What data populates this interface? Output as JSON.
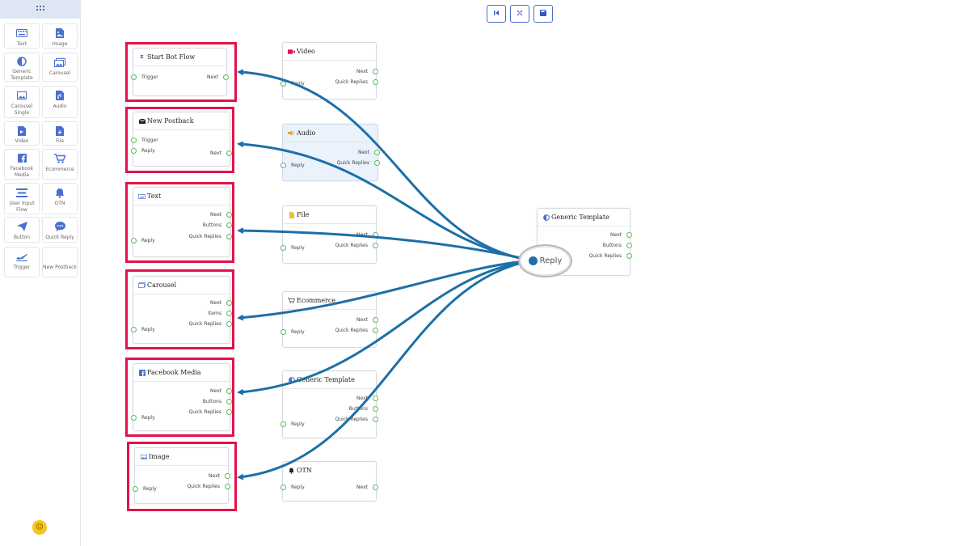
{
  "sidebar": {
    "header_icon": "grid-icon",
    "tiles": [
      {
        "label": "Text",
        "icon": "keyboard-icon",
        "color": "#4a6fd1"
      },
      {
        "label": "Image",
        "icon": "image-icon",
        "color": "#4a6fd1"
      },
      {
        "label": "Generic Template",
        "icon": "half-circle-icon",
        "color": "#4a6fd1"
      },
      {
        "label": "Carousel",
        "icon": "images-icon",
        "color": "#4a6fd1"
      },
      {
        "label": "Carousel Single",
        "icon": "image-icon",
        "color": "#4a6fd1"
      },
      {
        "label": "Audio",
        "icon": "audio-file-icon",
        "color": "#4a6fd1"
      },
      {
        "label": "Video",
        "icon": "video-file-icon",
        "color": "#4a6fd1"
      },
      {
        "label": "File",
        "icon": "file-icon",
        "color": "#4a6fd1"
      },
      {
        "label": "Facebook Media",
        "icon": "facebook-icon",
        "color": "#4a6fd1"
      },
      {
        "label": "Ecommerce",
        "icon": "cart-icon",
        "color": "#4a6fd1"
      },
      {
        "label": "User Input Flow",
        "icon": "list-icon",
        "color": "#4a6fd1"
      },
      {
        "label": "OTN",
        "icon": "bell-icon",
        "color": "#4a6fd1"
      },
      {
        "label": "Button",
        "icon": "paper-plane-icon",
        "color": "#4a6fd1"
      },
      {
        "label": "Quick Reply",
        "icon": "chat-icon",
        "color": "#4a6fd1"
      },
      {
        "label": "Trigger",
        "icon": "plane-icon",
        "color": "#4a6fd1"
      },
      {
        "label": "New Postback",
        "icon": "",
        "color": "#4a6fd1"
      }
    ]
  },
  "toolbar": {
    "buttons": [
      {
        "name": "reset-button",
        "icon": "skip-start-icon"
      },
      {
        "name": "fit-button",
        "icon": "fullscreen-icon"
      },
      {
        "name": "save-button",
        "icon": "floppy-disk-icon"
      }
    ]
  },
  "nodes": {
    "start_bot_flow": {
      "title": "Start Bot Flow",
      "icon": "hourglass-icon",
      "inputs": [
        "Trigger"
      ],
      "outputs": [
        "Next"
      ]
    },
    "new_postback": {
      "title": "New Postback",
      "icon": "envelope-icon",
      "inputs": [
        "Trigger",
        "Reply"
      ],
      "outputs": [
        "Next"
      ]
    },
    "text": {
      "title": "Text",
      "icon": "keyboard-icon",
      "inputs": [
        "Reply"
      ],
      "outputs": [
        "Next",
        "Buttons",
        "Quick Replies"
      ]
    },
    "carousel": {
      "title": "Carousel",
      "icon": "images-icon",
      "inputs": [
        "Reply"
      ],
      "outputs": [
        "Next",
        "Items",
        "Quick Replies"
      ]
    },
    "facebook_media": {
      "title": "Facebook Media",
      "icon": "facebook-icon",
      "inputs": [
        "Reply"
      ],
      "outputs": [
        "Next",
        "Buttons",
        "Quick Replies"
      ]
    },
    "image": {
      "title": "Image",
      "icon": "image-icon",
      "inputs": [
        "Reply"
      ],
      "outputs": [
        "Next",
        "Quick Replies"
      ]
    },
    "video": {
      "title": "Video",
      "icon": "video-icon",
      "inputs": [
        "Reply"
      ],
      "outputs": [
        "Next",
        "Quick Replies"
      ]
    },
    "audio": {
      "title": "Audio",
      "icon": "audio-icon",
      "inputs": [
        "Reply"
      ],
      "outputs": [
        "Next",
        "Quick Replies"
      ]
    },
    "file": {
      "title": "File",
      "icon": "file-icon",
      "inputs": [
        "Reply"
      ],
      "outputs": [
        "Next",
        "Quick Replies"
      ]
    },
    "ecommerce": {
      "title": "Ecommerce",
      "icon": "cart-icon",
      "inputs": [
        "Reply"
      ],
      "outputs": [
        "Next",
        "Quick Replies"
      ]
    },
    "generic_template_mid": {
      "title": "Generic Template",
      "icon": "half-circle-icon",
      "inputs": [
        "Reply"
      ],
      "outputs": [
        "Next",
        "Buttons",
        "Quick Replies"
      ]
    },
    "otn": {
      "title": "OTN",
      "icon": "bell-icon",
      "inputs": [
        "Reply"
      ],
      "outputs": [
        "Next"
      ]
    },
    "generic_template_right": {
      "title": "Generic Template",
      "icon": "half-circle-icon",
      "inputs": [],
      "outputs": [
        "Next",
        "Buttons",
        "Quick Replies"
      ]
    }
  },
  "reply_handle": {
    "label": "Reply"
  },
  "colors": {
    "highlight": "#e3124a",
    "edge": "#1d6fa8",
    "port": "#5cb85c",
    "toolbar": "#3557c4"
  }
}
